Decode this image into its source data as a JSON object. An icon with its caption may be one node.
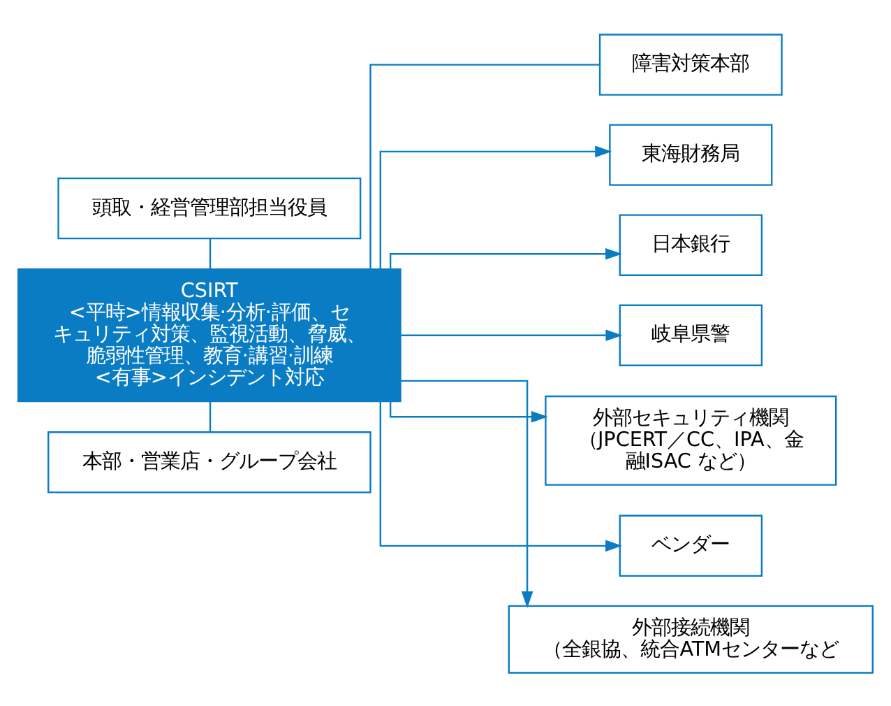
{
  "diagram": {
    "nodes": [
      {
        "text": [
          "頭取・経営管理部担当役員"
        ]
      },
      {
        "text": [
          "障害対策本部"
        ]
      },
      {
        "text": [
          "CSIRT",
          "<平時>情報収集·分析·評価、セキュリティ対策、監視活動、脅威、脆弱性管理、教育·講習·訓練",
          "<有事>インシデント対応"
        ]
      },
      {
        "text": [
          "本部・営業店・グループ会社"
        ]
      },
      {
        "text": [
          "東海財務局"
        ]
      },
      {
        "text": [
          "日本銀行"
        ]
      },
      {
        "text": [
          "岐阜県警"
        ]
      },
      {
        "text": [
          "外部セキュリティ機関",
          "（JPCERT／CC、IPA、金融ISAC など）"
        ]
      },
      {
        "text": [
          "ベンダー"
        ]
      },
      {
        "text": [
          "外部接続機関",
          "（全銀協、統合ATMセンターなど"
        ]
      }
    ],
    "edges": [
      {
        "from": 0,
        "to": 2,
        "arrow": "none"
      },
      {
        "from": 2,
        "to": 1,
        "arrow": "none"
      },
      {
        "from": 2,
        "to": 3,
        "arrow": "none"
      },
      {
        "from": 2,
        "to": 4,
        "arrow": "to"
      },
      {
        "from": 2,
        "to": 5,
        "arrow": "to"
      },
      {
        "from": 2,
        "to": 6,
        "arrow": "to"
      },
      {
        "from": 2,
        "to": 7,
        "arrow": "to"
      },
      {
        "from": 2,
        "to": 8,
        "arrow": "to"
      },
      {
        "from": 2,
        "to": 9,
        "arrow": "to"
      }
    ]
  }
}
